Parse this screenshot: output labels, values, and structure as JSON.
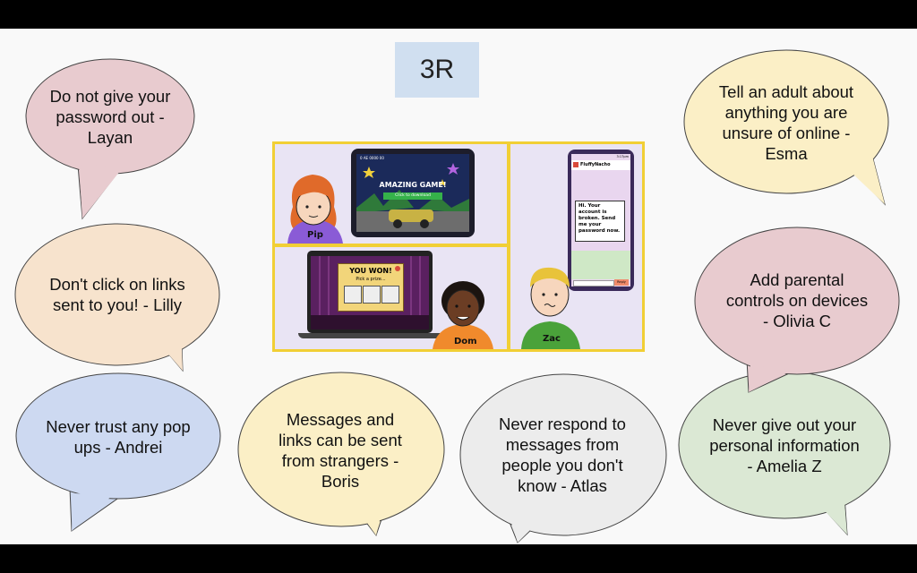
{
  "title": "3R",
  "bubbles": {
    "layan": {
      "text": "Do not give your password out - Layan",
      "color": "#e8cbcf"
    },
    "lilly": {
      "text": "Don't click on links sent to you! - Lilly",
      "color": "#f7e3cd"
    },
    "andrei": {
      "text": "Never trust any pop ups - Andrei",
      "color": "#cdd9f1"
    },
    "boris": {
      "text": "Messages and links can be sent from strangers - Boris",
      "color": "#fbefc6"
    },
    "atlas": {
      "text": "Never respond to messages from people you don't know - Atlas",
      "color": "#ececec"
    },
    "amelia": {
      "text": "Never give out your personal information - Amelia Z",
      "color": "#dbe8d4"
    },
    "esma": {
      "text": "Tell an adult about anything you are unsure of online - Esma",
      "color": "#fbefc6"
    },
    "olivia": {
      "text": "Add parental controls on devices - Olivia C",
      "color": "#e8cbcf"
    }
  },
  "comic": {
    "game_banner": "AMAZING GAME!",
    "game_button": "Click to download",
    "game_header": "0 AE 0000 00",
    "prize_title": "YOU WON!",
    "prize_sub": "Pick a prize...",
    "phone_time": "3:17pm",
    "phone_app": "FluffyNacho",
    "phone_message": "Hi. Your account is broken. Send me your password now.",
    "phone_reply": "Reply",
    "characters": [
      "Pip",
      "Dom",
      "Zac"
    ]
  }
}
